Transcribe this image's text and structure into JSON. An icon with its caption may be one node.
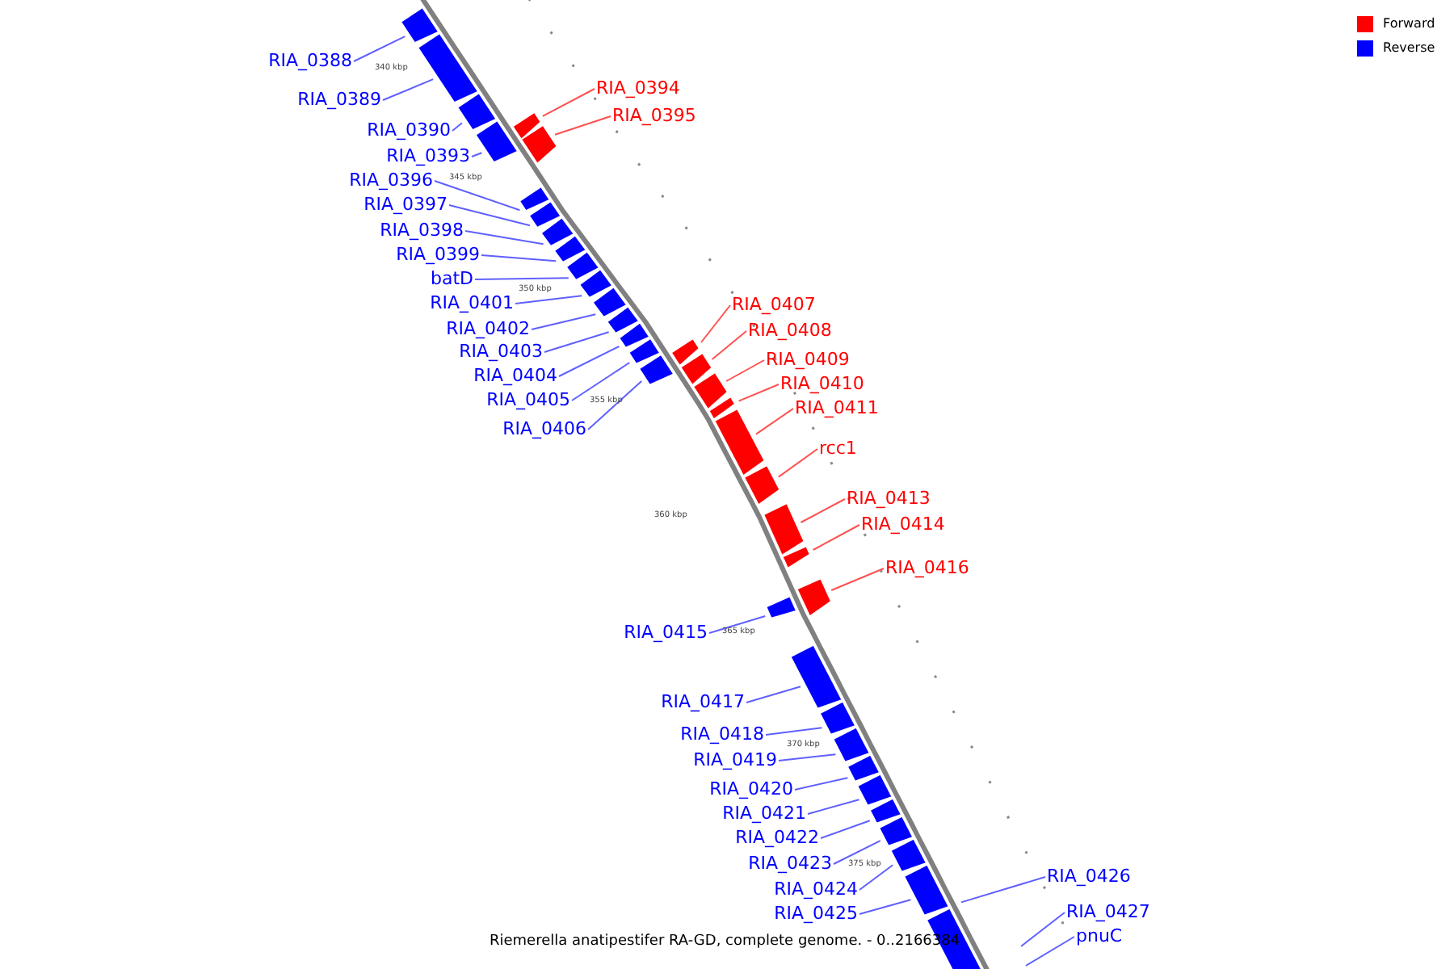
{
  "diagram": {
    "caption": "Riemerella anatipestifer RA-GD, complete genome. - 0..2166384",
    "nodes": [
      {
        "text": [
          "RIA_0388"
        ]
      },
      {
        "text": [],
        "shape": "bar"
      },
      {
        "text": [
          "RIA_0389"
        ]
      },
      {
        "text": [],
        "shape": "bar"
      },
      {
        "text": [
          "RIA_0390"
        ]
      },
      {
        "text": [],
        "shape": "bar"
      },
      {
        "text": [
          "RIA_0393"
        ]
      },
      {
        "text": [],
        "shape": "bar"
      },
      {
        "text": [
          "RIA_0394"
        ]
      },
      {
        "text": [],
        "shape": "bar"
      },
      {
        "text": [
          "RIA_0395"
        ]
      },
      {
        "text": [],
        "shape": "bar"
      },
      {
        "text": [
          "RIA_0396"
        ]
      },
      {
        "text": [],
        "shape": "bar"
      },
      {
        "text": [
          "RIA_0397"
        ]
      },
      {
        "text": [],
        "shape": "bar"
      },
      {
        "text": [
          "RIA_0398"
        ]
      },
      {
        "text": [],
        "shape": "bar"
      },
      {
        "text": [
          "RIA_0399"
        ]
      },
      {
        "text": [],
        "shape": "bar"
      },
      {
        "text": [
          "batD"
        ]
      },
      {
        "text": [],
        "shape": "bar"
      },
      {
        "text": [
          "RIA_0401"
        ]
      },
      {
        "text": [],
        "shape": "bar"
      },
      {
        "text": [
          "RIA_0402"
        ]
      },
      {
        "text": [],
        "shape": "bar"
      },
      {
        "text": [
          "RIA_0403"
        ]
      },
      {
        "text": [],
        "shape": "bar"
      },
      {
        "text": [
          "RIA_0404"
        ]
      },
      {
        "text": [],
        "shape": "bar"
      },
      {
        "text": [
          "RIA_0405"
        ]
      },
      {
        "text": [],
        "shape": "bar"
      },
      {
        "text": [
          "RIA_0406"
        ]
      },
      {
        "text": [],
        "shape": "bar"
      },
      {
        "text": [
          "RIA_0407"
        ]
      },
      {
        "text": [],
        "shape": "bar"
      },
      {
        "text": [
          "RIA_0408"
        ]
      },
      {
        "text": [],
        "shape": "bar"
      },
      {
        "text": [
          "RIA_0409"
        ]
      },
      {
        "text": [],
        "shape": "bar"
      },
      {
        "text": [
          "RIA_0410"
        ]
      },
      {
        "text": [],
        "shape": "bar"
      },
      {
        "text": [
          "RIA_0411"
        ]
      },
      {
        "text": [],
        "shape": "bar"
      },
      {
        "text": [
          "rcc1"
        ]
      },
      {
        "text": [],
        "shape": "bar"
      },
      {
        "text": [
          "RIA_0413"
        ]
      },
      {
        "text": [],
        "shape": "bar"
      },
      {
        "text": [
          "RIA_0414"
        ]
      },
      {
        "text": [],
        "shape": "bar"
      },
      {
        "text": [
          "RIA_0415"
        ]
      },
      {
        "text": [],
        "shape": "bar"
      },
      {
        "text": [
          "RIA_0416"
        ]
      },
      {
        "text": [],
        "shape": "bar"
      },
      {
        "text": [
          "RIA_0417"
        ]
      },
      {
        "text": [],
        "shape": "bar"
      },
      {
        "text": [
          "RIA_0418"
        ]
      },
      {
        "text": [],
        "shape": "bar"
      },
      {
        "text": [
          "RIA_0419"
        ]
      },
      {
        "text": [],
        "shape": "bar"
      },
      {
        "text": [
          "RIA_0420"
        ]
      },
      {
        "text": [],
        "shape": "bar"
      },
      {
        "text": [
          "RIA_0421"
        ]
      },
      {
        "text": [],
        "shape": "bar"
      },
      {
        "text": [
          "RIA_0422"
        ]
      },
      {
        "text": [],
        "shape": "bar"
      },
      {
        "text": [
          "RIA_0423"
        ]
      },
      {
        "text": [],
        "shape": "bar"
      },
      {
        "text": [
          "RIA_0424"
        ]
      },
      {
        "text": [],
        "shape": "bar"
      },
      {
        "text": [
          "RIA_0425"
        ]
      },
      {
        "text": [],
        "shape": "bar"
      },
      {
        "text": [
          "RIA_0426"
        ]
      },
      {
        "text": [],
        "shape": "bar"
      },
      {
        "text": [
          "RIA_0427"
        ]
      },
      {
        "text": [
          "pnuC"
        ]
      }
    ],
    "edges": [
      {
        "from": 0,
        "to": 1,
        "arrow": "none"
      },
      {
        "from": 2,
        "to": 3,
        "arrow": "none"
      },
      {
        "from": 4,
        "to": 5,
        "arrow": "none"
      },
      {
        "from": 6,
        "to": 7,
        "arrow": "none"
      },
      {
        "from": 8,
        "to": 9,
        "arrow": "none",
        "color": "#ff5050"
      },
      {
        "from": 10,
        "to": 11,
        "arrow": "none",
        "color": "#ff5050"
      },
      {
        "from": 12,
        "to": 13,
        "arrow": "none"
      },
      {
        "from": 14,
        "to": 15,
        "arrow": "none"
      },
      {
        "from": 16,
        "to": 17,
        "arrow": "none"
      },
      {
        "from": 18,
        "to": 19,
        "arrow": "none"
      },
      {
        "from": 20,
        "to": 21,
        "arrow": "none"
      },
      {
        "from": 22,
        "to": 23,
        "arrow": "none"
      },
      {
        "from": 24,
        "to": 25,
        "arrow": "none"
      },
      {
        "from": 26,
        "to": 27,
        "arrow": "none"
      },
      {
        "from": 28,
        "to": 29,
        "arrow": "none"
      },
      {
        "from": 30,
        "to": 31,
        "arrow": "none"
      },
      {
        "from": 32,
        "to": 33,
        "arrow": "none"
      },
      {
        "from": 34,
        "to": 35,
        "arrow": "none",
        "color": "#ff5050"
      },
      {
        "from": 36,
        "to": 37,
        "arrow": "none",
        "color": "#ff5050"
      },
      {
        "from": 38,
        "to": 39,
        "arrow": "none",
        "color": "#ff5050"
      },
      {
        "from": 40,
        "to": 41,
        "arrow": "none",
        "color": "#ff5050"
      },
      {
        "from": 42,
        "to": 43,
        "arrow": "none",
        "color": "#ff5050"
      },
      {
        "from": 44,
        "to": 45,
        "arrow": "none",
        "color": "#ff5050"
      },
      {
        "from": 46,
        "to": 47,
        "arrow": "none",
        "color": "#ff5050"
      },
      {
        "from": 48,
        "to": 49,
        "arrow": "none",
        "color": "#ff5050"
      },
      {
        "from": 50,
        "to": 51,
        "arrow": "none"
      },
      {
        "from": 52,
        "to": 53,
        "arrow": "none",
        "color": "#ff5050"
      },
      {
        "from": 54,
        "to": 55,
        "arrow": "none"
      },
      {
        "from": 56,
        "to": 57,
        "arrow": "none"
      },
      {
        "from": 58,
        "to": 59,
        "arrow": "none"
      },
      {
        "from": 60,
        "to": 61,
        "arrow": "none"
      },
      {
        "from": 62,
        "to": 63,
        "arrow": "none"
      },
      {
        "from": 64,
        "to": 65,
        "arrow": "none"
      },
      {
        "from": 66,
        "to": 67,
        "arrow": "none"
      },
      {
        "from": 68,
        "to": 69,
        "arrow": "none"
      },
      {
        "from": 70,
        "to": 71,
        "arrow": "none"
      },
      {
        "from": 72,
        "to": 73,
        "arrow": "none"
      },
      {
        "from": 74,
        "to": null,
        "arrow": "none"
      },
      {
        "from": 75,
        "to": null,
        "arrow": "none"
      }
    ],
    "labels": [
      "340 kbp",
      "345 kbp",
      "350 kbp",
      "355 kbp",
      "360 kbp",
      "365 kbp",
      "370 kbp",
      "375 kbp"
    ],
    "legend": [
      {
        "text": "Forward",
        "color": "#ff0000"
      },
      {
        "text": "Reverse",
        "color": "#0000ff"
      }
    ]
  }
}
